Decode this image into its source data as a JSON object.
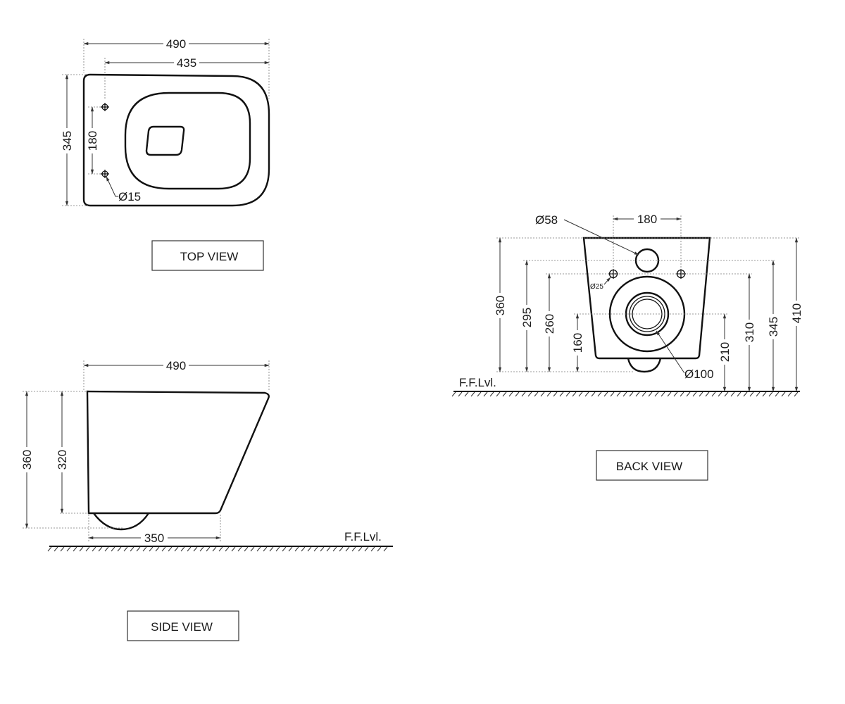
{
  "views": {
    "top": {
      "label": "TOP VIEW",
      "dims": {
        "width_overall": "490",
        "width_inner": "435",
        "depth": "345",
        "fixing_spacing": "180",
        "fixing_hole": "Ø15"
      }
    },
    "side": {
      "label": "SIDE VIEW",
      "floor_label": "F.F.Lvl.",
      "dims": {
        "width": "490",
        "height_overall": "360",
        "height_body": "320",
        "base": "350"
      }
    },
    "back": {
      "label": "BACK VIEW",
      "floor_label": "F.F.Lvl.",
      "dims": {
        "inlet": "Ø58",
        "fixing_spacing": "180",
        "fixing_hole": "Ø25",
        "outlet": "Ø100",
        "left_360": "360",
        "left_295": "295",
        "left_260": "260",
        "left_160": "160",
        "right_210": "210",
        "right_310": "310",
        "right_345": "345",
        "right_410": "410"
      }
    }
  }
}
